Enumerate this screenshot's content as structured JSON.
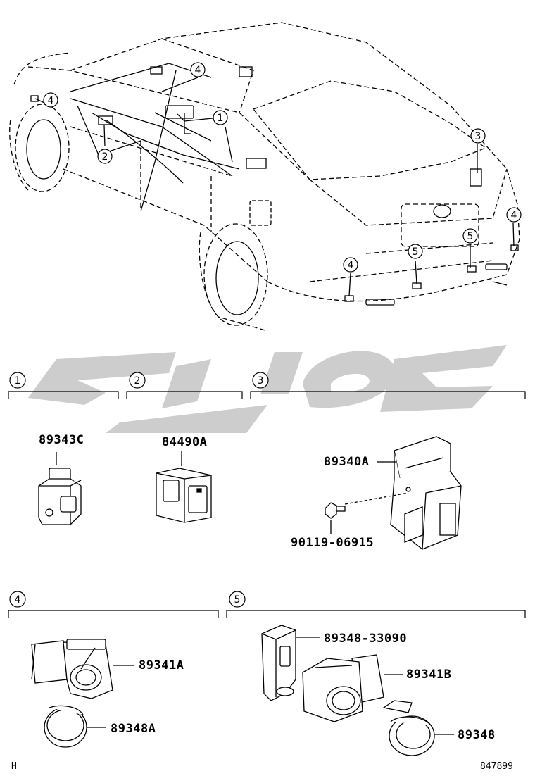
{
  "car_callouts": [
    "4",
    "4",
    "1",
    "2",
    "3",
    "4",
    "5",
    "5",
    "4"
  ],
  "sections": [
    {
      "id": "1",
      "label": "1"
    },
    {
      "id": "2",
      "label": "2"
    },
    {
      "id": "3",
      "label": "3"
    },
    {
      "id": "4",
      "label": "4"
    },
    {
      "id": "5",
      "label": "5"
    }
  ],
  "parts": {
    "p89343C": "89343C",
    "p84490A": "84490A",
    "p89340A": "89340A",
    "p90119": "90119-06915",
    "p89341A": "89341A",
    "p89348A": "89348A",
    "p89348_33090": "89348-33090",
    "p89341B": "89341B",
    "p89348": "89348"
  },
  "footer": {
    "left_mark": "H",
    "drawing_number": "847899"
  },
  "watermark": {
    "color": "#c8c8c8"
  }
}
